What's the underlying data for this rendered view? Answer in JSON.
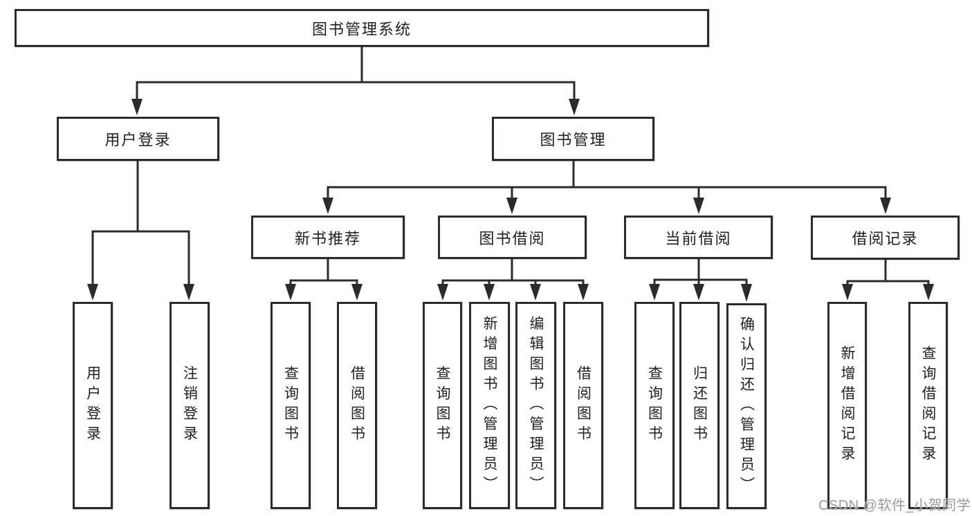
{
  "diagram": {
    "nodes": {
      "root": "图书管理系统",
      "user_login": "用户登录",
      "book_mgmt": "图书管理",
      "new_book_rec": "新书推荐",
      "book_borrow": "图书借阅",
      "current_borrow": "当前借阅",
      "borrow_records": "借阅记录",
      "ul_user_login": "用户登录",
      "ul_logout": "注销登录",
      "nbr_query_book": "查询图书",
      "nbr_borrow_book": "借阅图书",
      "bb_query_book": "查询图书",
      "bb_add_book": "新增图书（管理员）",
      "bb_edit_book": "编辑图书（管理员）",
      "bb_borrow_book": "借阅图书",
      "cb_query_book": "查询图书",
      "cb_return_book": "归还图书",
      "cb_confirm_return": "确认归还（管理员）",
      "br_add_record": "新增借阅记录",
      "br_query_record": "查询借阅记录"
    },
    "colors": {
      "line": "#2b2b2b",
      "box_border": "#2b2b2b",
      "text": "#1f1f1f",
      "background": "#ffffff",
      "watermark": "#9a9a9a"
    }
  },
  "watermark": {
    "text": "CSDN @软件_小贺同学"
  }
}
